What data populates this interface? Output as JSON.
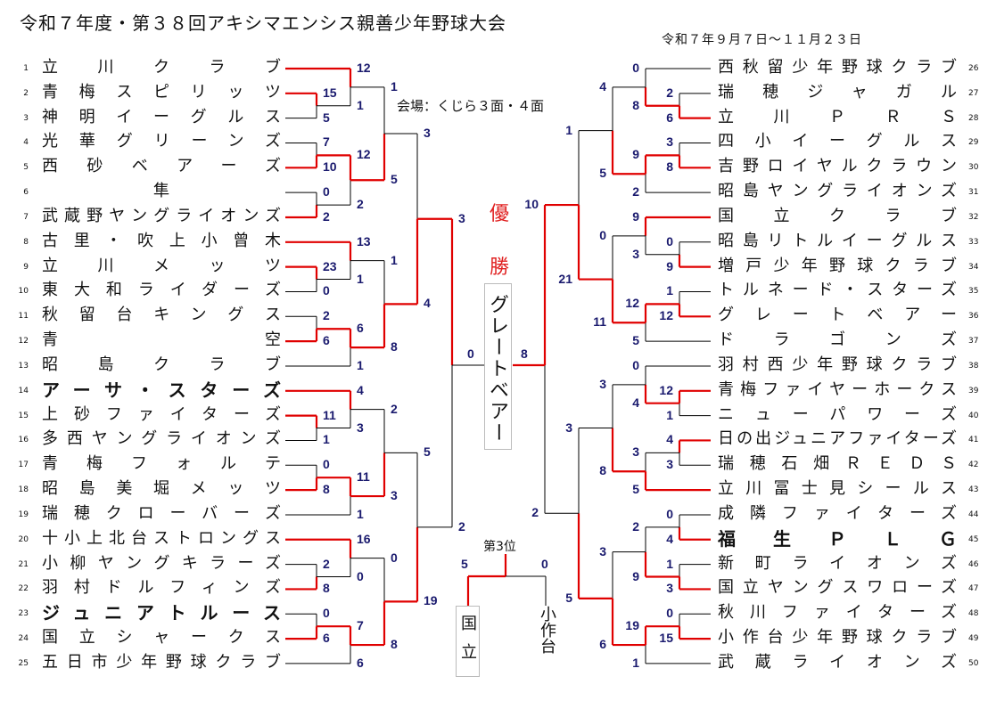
{
  "header": {
    "title": "令和７年度・第３８回アキシマエンシス親善少年野球大会",
    "date": "令和７年９月７日～１１月２３日",
    "venue": "会場：くじら３面・４面"
  },
  "champion": {
    "label_1": "優",
    "label_2": "勝",
    "team": "グレートベアー"
  },
  "colors": {
    "winner_line": "#e00000",
    "loser_line": "#000000",
    "score": "#1a1a6e"
  },
  "teams": [
    {
      "no": "1",
      "name": "立川クラブ"
    },
    {
      "no": "2",
      "name": "青梅スピリッツ"
    },
    {
      "no": "3",
      "name": "神明イーグルス"
    },
    {
      "no": "4",
      "name": "光華グリーンズ"
    },
    {
      "no": "5",
      "name": "西砂ベアーズ"
    },
    {
      "no": "6",
      "name": "隼"
    },
    {
      "no": "7",
      "name": "武蔵野ヤングライオンズ"
    },
    {
      "no": "8",
      "name": "古里・吹上小曾木"
    },
    {
      "no": "9",
      "name": "立川メッツ"
    },
    {
      "no": "10",
      "name": "東大和ライダーズ"
    },
    {
      "no": "11",
      "name": "秋留台キングス"
    },
    {
      "no": "12",
      "name": "青空"
    },
    {
      "no": "13",
      "name": "昭島クラブ"
    },
    {
      "no": "14",
      "name": "アーサ・スターズ",
      "bold": true
    },
    {
      "no": "15",
      "name": "上砂ファイターズ"
    },
    {
      "no": "16",
      "name": "多西ヤングライオンズ"
    },
    {
      "no": "17",
      "name": "青梅フォルテ"
    },
    {
      "no": "18",
      "name": "昭島美堀メッツ"
    },
    {
      "no": "19",
      "name": "瑞穂クローバーズ"
    },
    {
      "no": "20",
      "name": "十小上北台ストロングス"
    },
    {
      "no": "21",
      "name": "小柳ヤングキラーズ"
    },
    {
      "no": "22",
      "name": "羽村ドルフィンズ"
    },
    {
      "no": "23",
      "name": "ジュニアトルース",
      "bold": true
    },
    {
      "no": "24",
      "name": "国立シャークス"
    },
    {
      "no": "25",
      "name": "五日市少年野球クラブ"
    },
    {
      "no": "26",
      "name": "西秋留少年野球クラブ"
    },
    {
      "no": "27",
      "name": "瑞穂ジャガル"
    },
    {
      "no": "28",
      "name": "立川ＰＲＳ"
    },
    {
      "no": "29",
      "name": "四小イーグルス"
    },
    {
      "no": "30",
      "name": "吉野ロイヤルクラウン"
    },
    {
      "no": "31",
      "name": "昭島ヤングライオンズ"
    },
    {
      "no": "32",
      "name": "国立クラブ"
    },
    {
      "no": "33",
      "name": "昭島リトルイーグルス"
    },
    {
      "no": "34",
      "name": "増戸少年野球クラブ"
    },
    {
      "no": "35",
      "name": "トルネード・スターズ"
    },
    {
      "no": "36",
      "name": "グレートベアー"
    },
    {
      "no": "37",
      "name": "ドラゴンズ"
    },
    {
      "no": "38",
      "name": "羽村西少年野球クラブ"
    },
    {
      "no": "39",
      "name": "青梅ファイヤーホークス"
    },
    {
      "no": "40",
      "name": "ニューパワーズ"
    },
    {
      "no": "41",
      "name": "日の出ジュニアファイターズ"
    },
    {
      "no": "42",
      "name": "瑞穂石畑ＲＥＤＳ"
    },
    {
      "no": "43",
      "name": "立川冨士見シールス"
    },
    {
      "no": "44",
      "name": "成隣ファイターズ"
    },
    {
      "no": "45",
      "name": "福生ＰＬＧ",
      "bold": true
    },
    {
      "no": "46",
      "name": "新町ライオンズ"
    },
    {
      "no": "47",
      "name": "国立ヤングスワローズ"
    },
    {
      "no": "48",
      "name": "秋川ファイターズ"
    },
    {
      "no": "49",
      "name": "小作台少年野球クラブ"
    },
    {
      "no": "50",
      "name": "武蔵ライオンズ"
    }
  ],
  "bracket": {
    "left": [
      [
        [
          [
            1,
            [
              2,
              3,
              15,
              5
            ],
            12,
            1
          ],
          [
            [
              4,
              5,
              7,
              10
            ],
            [
              6,
              7,
              0,
              2
            ],
            12,
            2
          ],
          1,
          5
        ],
        [
          [
            8,
            [
              9,
              10,
              23,
              0
            ],
            13,
            1
          ],
          [
            [
              11,
              12,
              2,
              6
            ],
            13,
            6,
            1
          ],
          1,
          8
        ],
        3,
        4
      ],
      [
        [
          [
            14,
            [
              15,
              16,
              11,
              1
            ],
            4,
            3
          ],
          [
            [
              17,
              18,
              0,
              8
            ],
            19,
            11,
            1
          ],
          2,
          3
        ],
        [
          [
            20,
            [
              21,
              22,
              2,
              8
            ],
            16,
            0
          ],
          [
            [
              23,
              24,
              0,
              6
            ],
            25,
            7,
            6
          ],
          0,
          8
        ],
        5,
        19
      ],
      3,
      2
    ],
    "right": [
      [
        [
          [
            26,
            [
              27,
              28,
              2,
              6
            ],
            0,
            8
          ],
          [
            [
              29,
              30,
              3,
              8
            ],
            31,
            9,
            2
          ],
          4,
          5
        ],
        [
          [
            32,
            [
              33,
              34,
              0,
              9
            ],
            9,
            3
          ],
          [
            [
              35,
              36,
              1,
              12
            ],
            37,
            12,
            5
          ],
          0,
          11
        ],
        1,
        21
      ],
      [
        [
          [
            38,
            [
              39,
              40,
              12,
              1
            ],
            0,
            4
          ],
          [
            [
              41,
              42,
              4,
              3
            ],
            43,
            3,
            5
          ],
          3,
          8
        ],
        [
          [
            [
              44,
              45,
              0,
              4
            ],
            [
              46,
              47,
              1,
              3
            ],
            2,
            9
          ],
          [
            [
              48,
              49,
              0,
              15
            ],
            50,
            19,
            1
          ],
          3,
          6
        ],
        3,
        5
      ],
      10,
      2
    ],
    "final": {
      "left_score": "0",
      "right_score": "8"
    }
  },
  "third_place": {
    "label": "第3位",
    "left_team": "国立",
    "left_score": "5",
    "right_team": "小作台",
    "right_score": "0"
  }
}
